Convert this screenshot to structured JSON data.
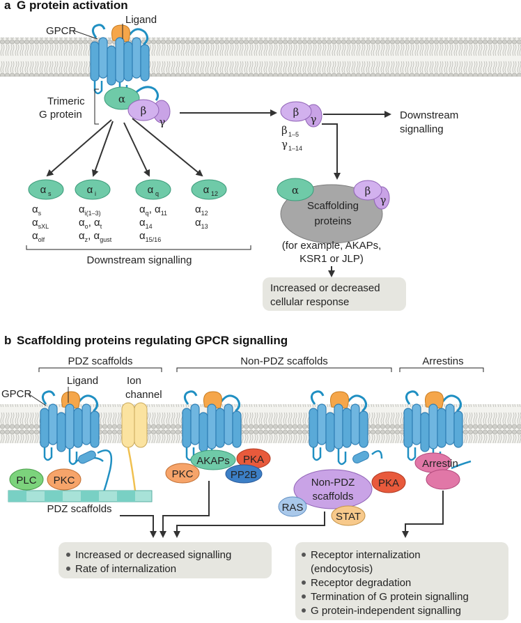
{
  "panel_a": {
    "letter": "a",
    "title": "G protein activation",
    "gpcr": "GPCR",
    "ligand": "Ligand",
    "trimeric_1": "Trimeric",
    "trimeric_2": "G protein",
    "alpha": "α",
    "beta": "β",
    "gamma": "γ",
    "downstream_right_1": "Downstream",
    "downstream_right_2": "signalling",
    "beta_range": "1–5",
    "gamma_range": "1–14",
    "families": [
      {
        "head_sub": "s",
        "members": [
          [
            "α",
            "s"
          ],
          [
            "α",
            "sXL"
          ],
          [
            "α",
            "olf"
          ]
        ]
      },
      {
        "head_sub": "i",
        "members": [
          [
            "α",
            "i(1–3)"
          ],
          [
            "α",
            "o",
            ", α",
            "t"
          ],
          [
            "α",
            "z",
            ", α",
            "gust"
          ]
        ]
      },
      {
        "head_sub": "q",
        "members": [
          [
            "α",
            "q",
            ", α",
            "11"
          ],
          [
            "α",
            "14"
          ],
          [
            "α",
            "15/16"
          ]
        ]
      },
      {
        "head_sub": "12",
        "members": [
          [
            "α",
            "12"
          ],
          [
            "α",
            "13"
          ]
        ]
      }
    ],
    "downstream_bottom": "Downstream signalling",
    "scaffold_1": "Scaffolding",
    "scaffold_2": "proteins",
    "example_1": "(for example, AKAPs,",
    "example_2": "KSR1 or JLP)",
    "response_1": "Increased or decreased",
    "response_2": "cellular response"
  },
  "panel_b": {
    "letter": "b",
    "title": "Scaffolding proteins regulating GPCR signalling",
    "group_pdz": "PDZ scaffolds",
    "group_nonpdz": "Non-PDZ scaffolds",
    "group_arrestins": "Arrestins",
    "gpcr": "GPCR",
    "ligand": "Ligand",
    "ion_1": "Ion",
    "ion_2": "channel",
    "plc": "PLC",
    "pkc": "PKC",
    "pdz_bar": "PDZ scaffolds",
    "akaps": "AKAPs",
    "pka": "PKA",
    "pkc2": "PKC",
    "pp2b": "PP2B",
    "nonpdz_1": "Non-PDZ",
    "nonpdz_2": "scaffolds",
    "pka2": "PKA",
    "ras": "RAS",
    "stat": "STAT",
    "arrestin": "Arrestin",
    "left_box": [
      "Increased or decreased signalling",
      "Rate of internalization"
    ],
    "right_box": [
      "Receptor internalization",
      "(endocytosis)",
      "Receptor degradation",
      "Termination of G protein signalling",
      "G protein-independent signalling"
    ]
  },
  "colors": {
    "receptor": "#5aaad8",
    "receptor_dark": "#2f7fb5",
    "ligand": "#f5a64a",
    "alpha": "#6fcaa8",
    "betagamma": "#c9a3e6",
    "scaffold_grey": "#a7a7a7",
    "box_grey": "#e6e6e0",
    "plc": "#7cd37c",
    "pkc": "#f6a46a",
    "pka": "#e85a3c",
    "pp2b": "#3c7fc6",
    "ras": "#a9c8ea",
    "stat": "#f7c98b",
    "arrestin": "#e177a7",
    "ion": "#fbe3a0",
    "pdz_bar": "#79d0c4"
  }
}
